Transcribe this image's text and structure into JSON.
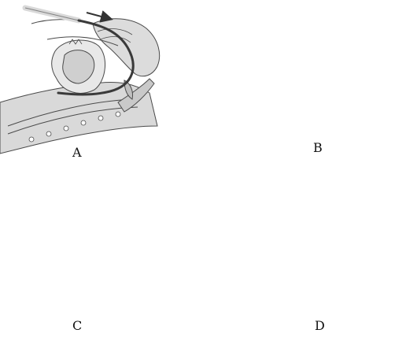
{
  "panels": [
    {
      "label": "A"
    },
    {
      "label": "B"
    },
    {
      "label": "C"
    },
    {
      "label": "D"
    }
  ],
  "colors": {
    "outline": "#4a4a4a",
    "tissue_fill": "#e4e4e4",
    "tissue_fill_dark": "#c9c9c9",
    "tube_dark": "#3a3a3a",
    "tube_light": "#f2f2f2",
    "arrow": "#333333"
  }
}
